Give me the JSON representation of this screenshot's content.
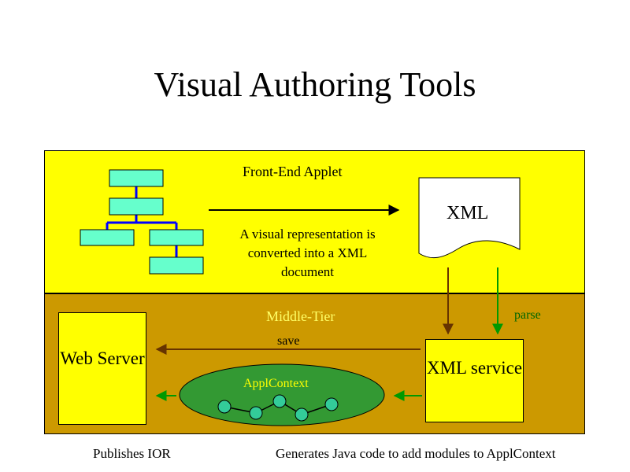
{
  "slide": {
    "title": "Visual Authoring Tools"
  },
  "front_end": {
    "label": "Front-End Applet",
    "conversion_text": "A visual representation is converted into a XML document",
    "xml_doc_label": "XML"
  },
  "middle_tier": {
    "label": "Middle-Tier",
    "web_server_label": "Web Server",
    "xml_service_label": "XML service",
    "appl_context_label": "ApplContext",
    "save_label": "save",
    "parse_label": "parse"
  },
  "footer": {
    "publishes": "Publishes IOR",
    "generates": "Generates Java code to add modules to ApplContext"
  },
  "colors": {
    "front_end_panel": "#ffff00",
    "middle_tier_panel": "#cc9900",
    "tree_node": "#66ffcc",
    "tree_line": "#0000ff",
    "ellipse": "#339933",
    "context_node": "#33cc99",
    "save_arrow": "#663300",
    "parse_arrow": "#009900"
  }
}
